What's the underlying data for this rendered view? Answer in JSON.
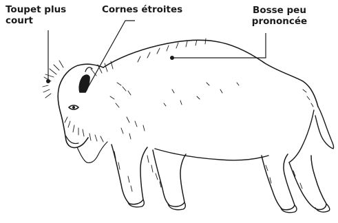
{
  "labels": {
    "toupet": {
      "line1": "Toupet plus",
      "line2": "court"
    },
    "cornes": {
      "line1": "Cornes étroites"
    },
    "bosse": {
      "line1": "Bosse peu",
      "line2": "prononcée"
    }
  },
  "colors": {
    "ink": "#1a1a1a",
    "background": "#ffffff"
  },
  "illustration": "bison-sketch"
}
